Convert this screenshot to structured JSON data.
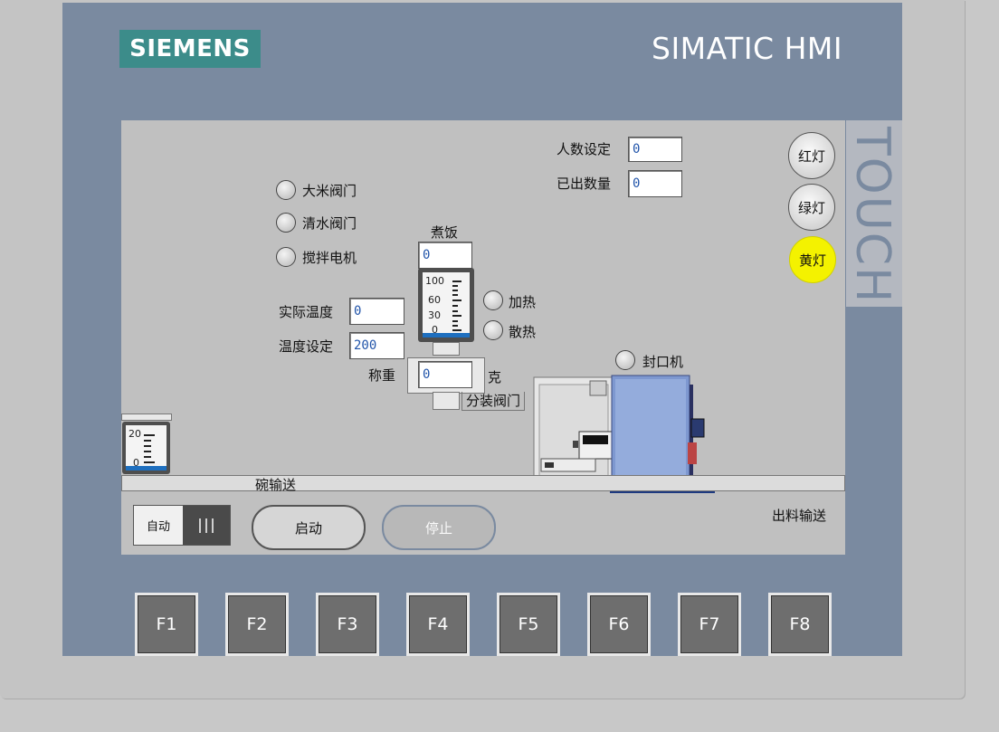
{
  "device": {
    "brand": "SIEMENS",
    "model": "SIMATIC HMI",
    "touch_label": "TOUCH"
  },
  "valves": {
    "rice_valve": "大米阀门",
    "water_valve": "清水阀门",
    "mixer_motor": "搅拌电机"
  },
  "people": {
    "set_label": "人数设定",
    "set_value": "0",
    "done_label": "已出数量",
    "done_value": "0"
  },
  "lamps": {
    "red": "红灯",
    "green": "绿灯",
    "yellow": "黄灯",
    "yellow_color": "#f4f200"
  },
  "cook": {
    "label": "煮饭",
    "value": "0",
    "gauge_ticks": [
      "100",
      "60",
      "30",
      "0"
    ],
    "gauge_max": 100,
    "gauge_level": 0
  },
  "heat": {
    "heat_label": "加热",
    "cool_label": "散热"
  },
  "temperature": {
    "actual_label": "实际温度",
    "actual_value": "0",
    "set_label": "温度设定",
    "set_value": "200"
  },
  "weigh": {
    "label": "称重",
    "value": "0",
    "unit": "克"
  },
  "dispense_valve": "分装阀门",
  "sealer": "封口机",
  "bowl": {
    "gauge_ticks": [
      "20",
      "0"
    ],
    "gauge_max": 20,
    "gauge_level": 0
  },
  "bowl_conveyor": "碗输送",
  "output_conveyor": "出料输送",
  "controls": {
    "auto_label": "自动",
    "start_label": "启动",
    "stop_label": "停止"
  },
  "fkeys": [
    "F1",
    "F2",
    "F3",
    "F4",
    "F5",
    "F6",
    "F7",
    "F8"
  ],
  "colors": {
    "bezel": "#7a8aa0",
    "screen": "#c0c0c0",
    "logo": "#3c8c8a",
    "fill_blue": "#1e6fbf"
  }
}
